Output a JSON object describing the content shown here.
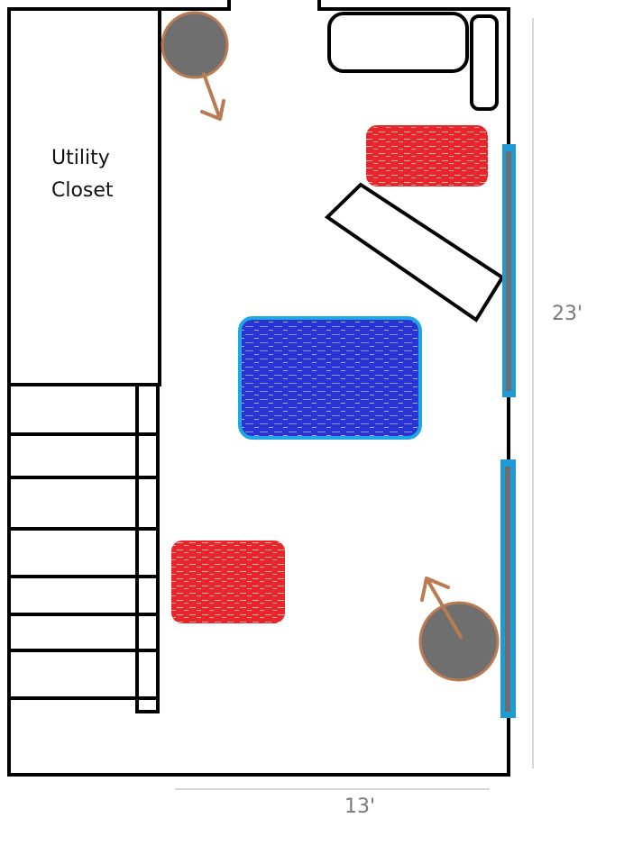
{
  "closet": {
    "label_line1": "Utility",
    "label_line2": "Closet"
  },
  "dimensions": {
    "height": "23'",
    "width": "13'"
  },
  "colors": {
    "wall": "#000000",
    "window": "#1e9ad6",
    "window_core": "#6e6e6e",
    "lamp": "#6f6f6f",
    "lamp_ring": "#b97b52",
    "red_fill": "#e6262b",
    "blue_fill": "#2a34d4",
    "blue_border": "#1ea7e6",
    "dim_line": "#c8c8c8"
  },
  "icons": {
    "lamp": "floor-lamp-icon",
    "arrow": "direction-arrow-icon"
  }
}
